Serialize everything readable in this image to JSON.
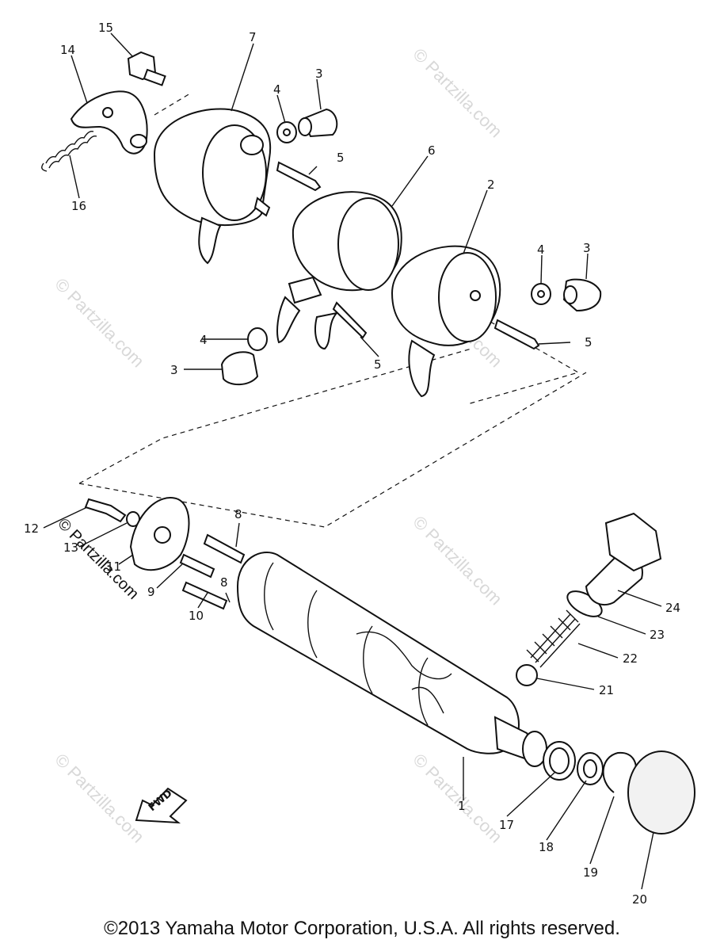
{
  "callouts": {
    "n1": "1",
    "n2": "2",
    "n3a": "3",
    "n3b": "3",
    "n3c": "3",
    "n4a": "4",
    "n4b": "4",
    "n4c": "4",
    "n5a": "5",
    "n5b": "5",
    "n5c": "5",
    "n6": "6",
    "n7": "7",
    "n8a": "8",
    "n8b": "8",
    "n9": "9",
    "n10": "10",
    "n11": "11",
    "n12": "12",
    "n13": "13",
    "n14": "14",
    "n15": "15",
    "n16": "16",
    "n17": "17",
    "n18": "18",
    "n19": "19",
    "n20": "20",
    "n21": "21",
    "n22": "22",
    "n23": "23",
    "n24": "24"
  },
  "fwd_label": "FWD",
  "watermark": "© Partzilla.com",
  "copyright": "©2013 Yamaha Motor Corporation, U.S.A. All rights reserved."
}
